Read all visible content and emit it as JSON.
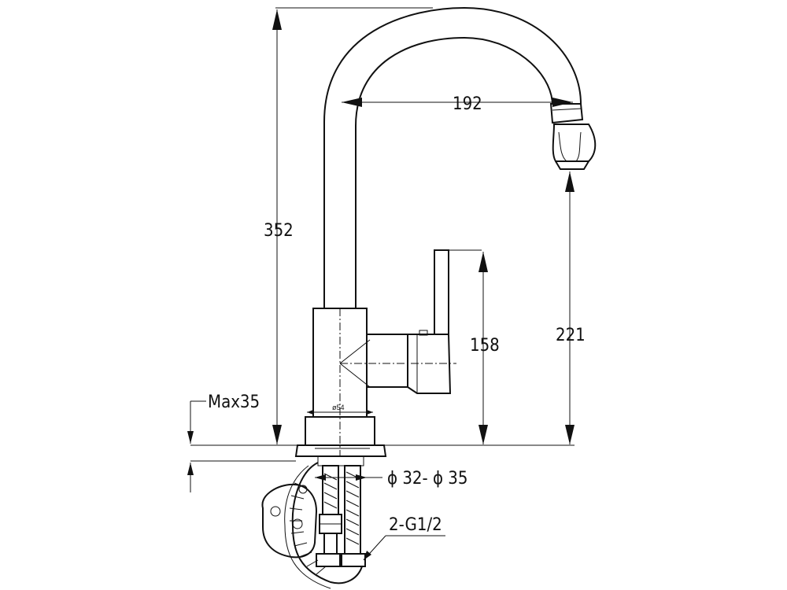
{
  "drawing": {
    "dim_total_height": "352",
    "dim_spout_reach": "192",
    "dim_handle_height": "158",
    "dim_spout_height": "221",
    "dim_base_diameter": "ø54",
    "dim_max_thickness": "Max35",
    "dim_hole_diameter": "ϕ 32- ϕ 35",
    "dim_connection": "2-G1/2"
  }
}
